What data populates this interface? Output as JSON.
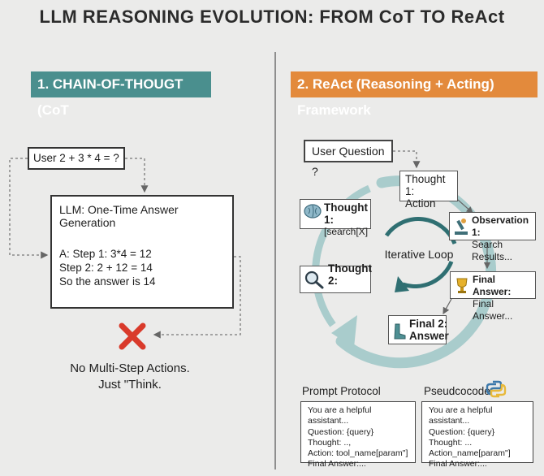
{
  "title": "LLM REASONING EVOLUTION: FROM CoT TO ReAct",
  "left": {
    "banner": "1. CHAIN-OF-THOUGT (CoT",
    "user_question": "User 2 + 3 * 4 = ?",
    "llm_box": {
      "title": "LLM: One-Time Answer Generation",
      "lines": [
        "A: Step 1: 3*4 = 12",
        "Step 2: 2 + 12 = 14",
        "So the answer is 14"
      ]
    },
    "cross_icon": "cross-icon",
    "note_lines": [
      "No Multi-Step Actions.",
      "Just \"Think."
    ]
  },
  "right": {
    "banner": "2. ReAct (Reasoning + Acting) Framework",
    "user_question": "User Question ?",
    "loop_label": "Iterative Loop",
    "nodes": {
      "thought_action": [
        "Thought 1:",
        "Action"
      ],
      "thought_search": [
        "Thought 1:",
        "[search[X]"
      ],
      "observation": [
        "Observation 1:",
        "Search Results..."
      ],
      "thought2": [
        "Thought 2:"
      ],
      "final_answer": [
        "Final Answer:",
        "Final Answer..."
      ],
      "final2": [
        "Final 2:",
        "Answer"
      ]
    },
    "icons": {
      "brain": "brain-icon",
      "microscope": "microscope-icon",
      "magnifier": "magnifier-icon",
      "trophy": "trophy-icon",
      "boot": "boot-icon",
      "python": "python-icon"
    },
    "prompt_protocol": {
      "title": "Prompt Protocol",
      "lines": [
        "You are a helpful assistant...",
        "Question: {query}",
        "Thought: ..,",
        "Action: tool_name[param\"]",
        "Final Answer:..."
      ]
    },
    "pseudocode": {
      "title": "Pseudcocode",
      "lines": [
        "You are a helpful assistant...",
        "Question: {query}",
        "Thought: ...",
        "Action_name[param\"]",
        "Final Answer:..."
      ]
    }
  },
  "colors": {
    "teal": "#4a8f8e",
    "orange": "#e38a3c",
    "loop": "#a9cccc",
    "loop_dark": "#2f6f72",
    "cross": "#d93a2b"
  }
}
